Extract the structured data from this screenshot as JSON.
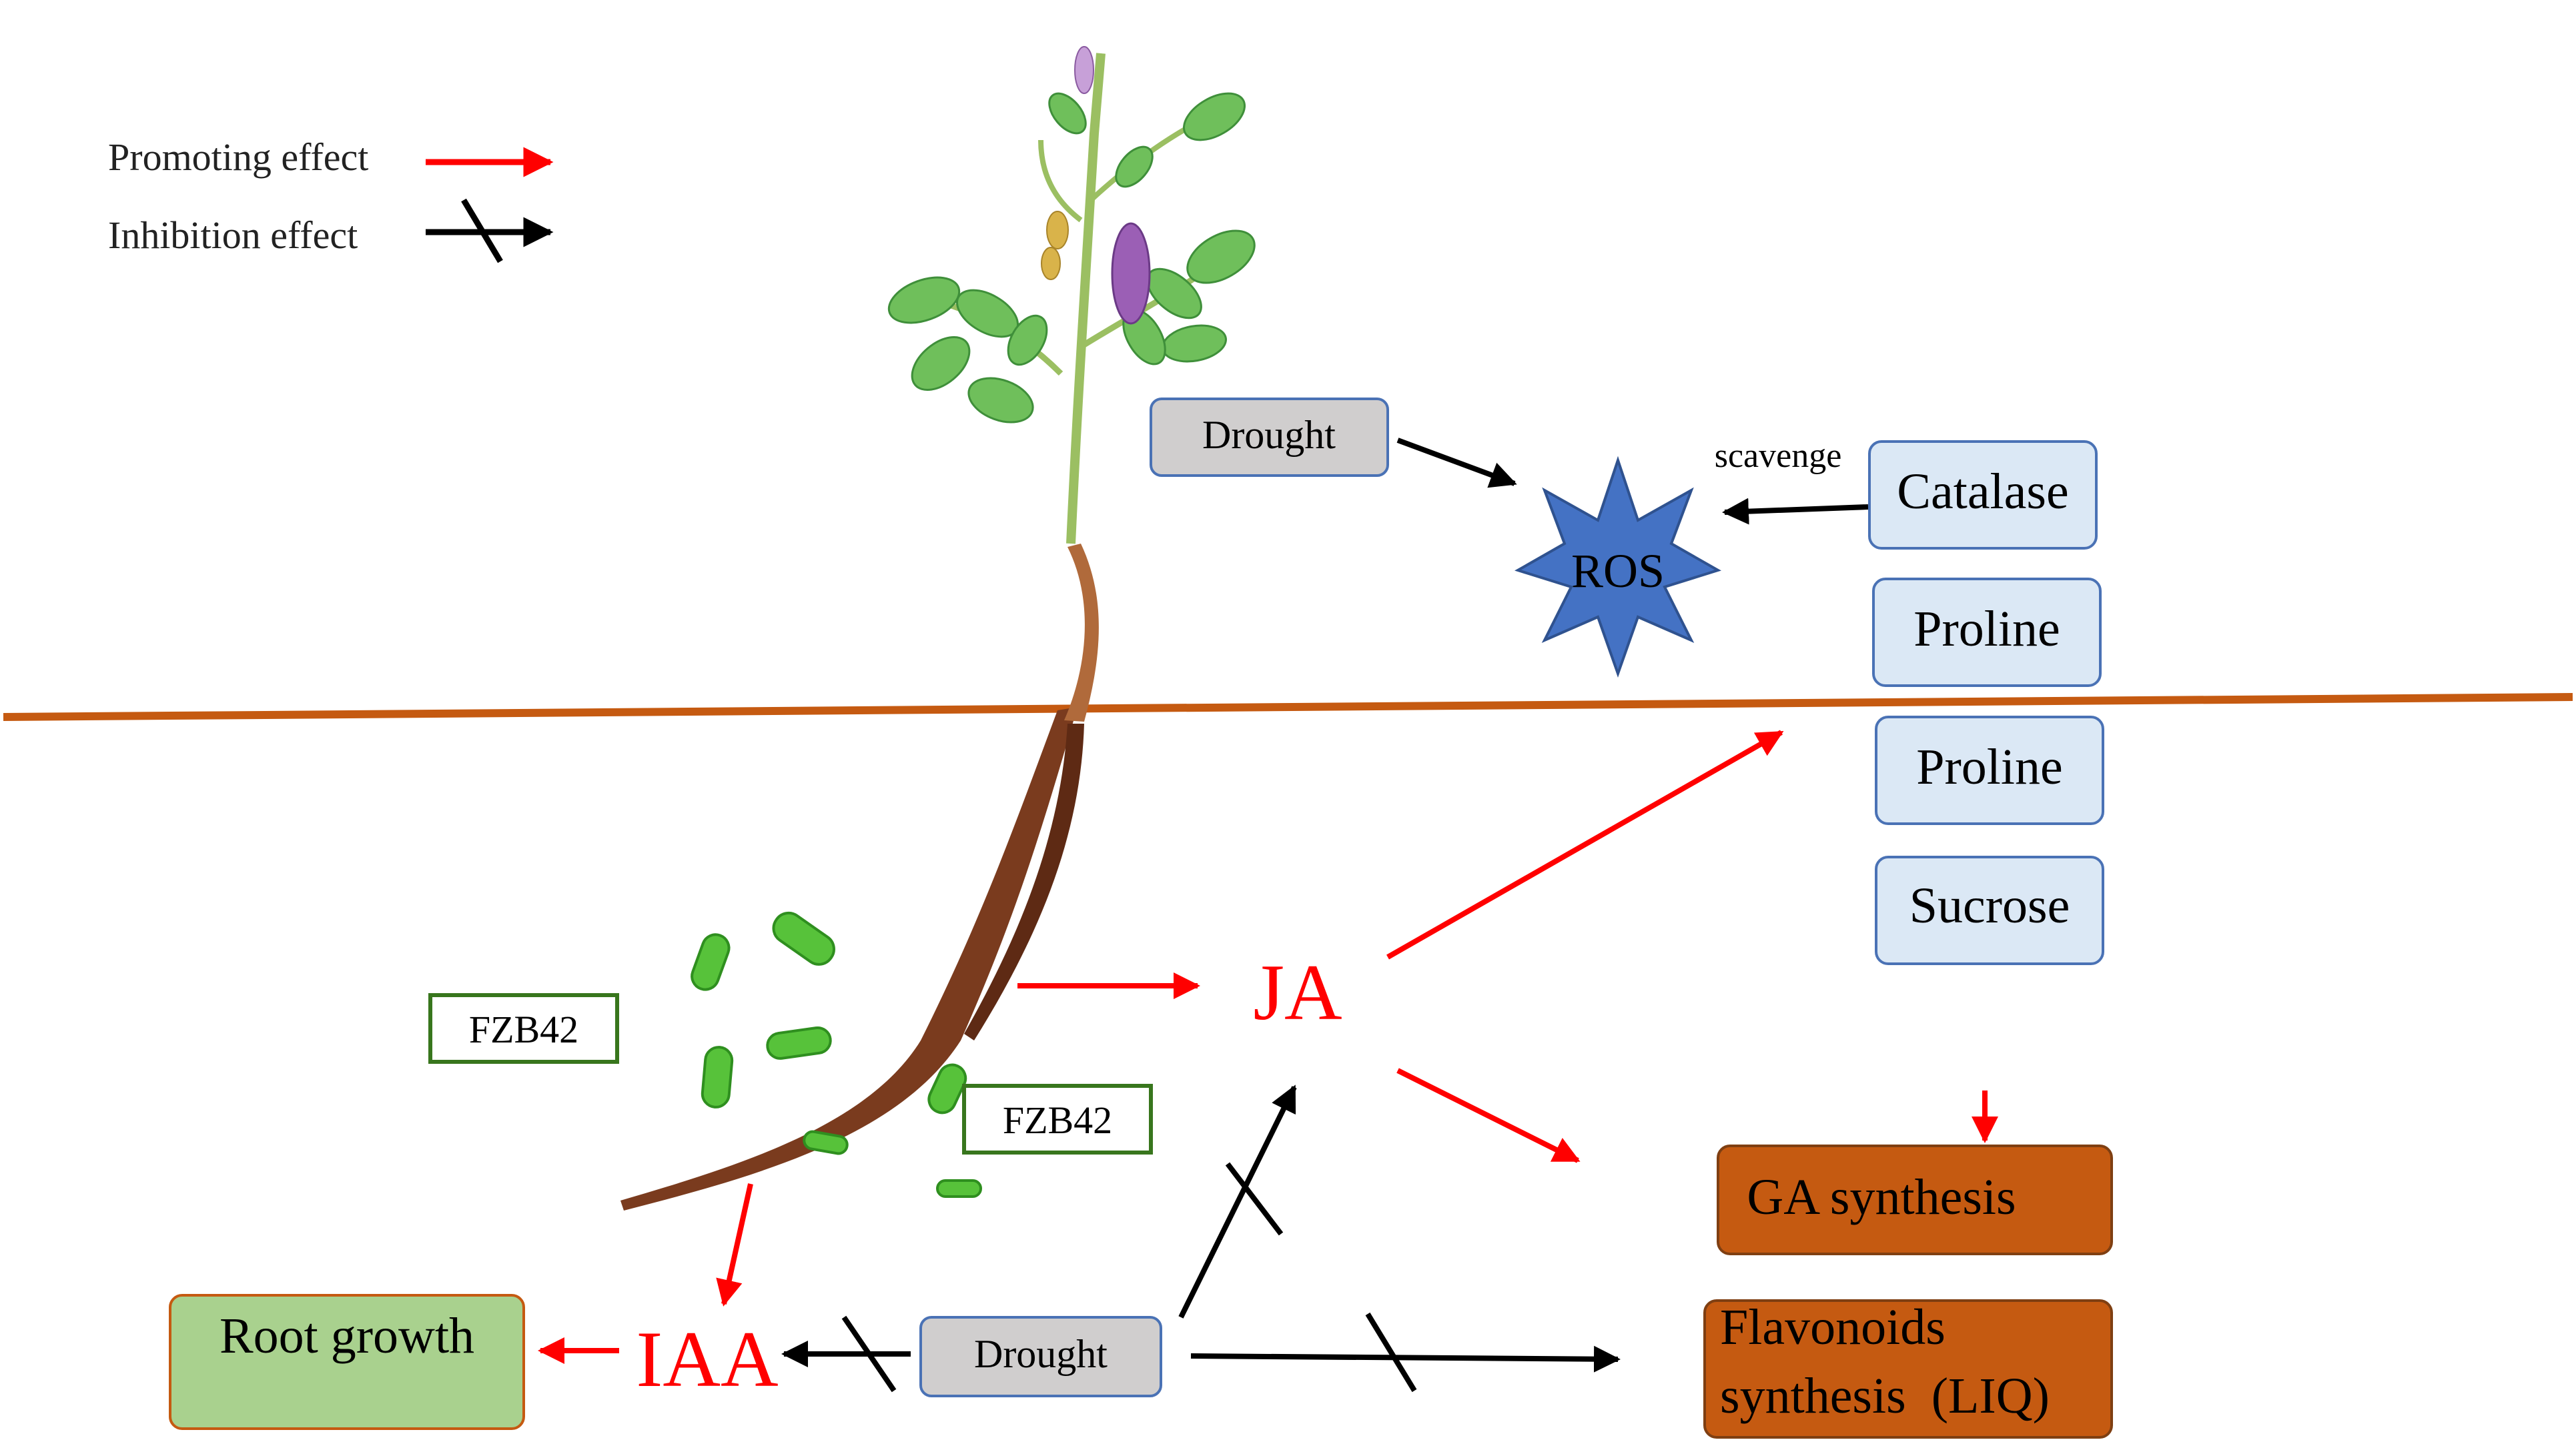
{
  "legend": {
    "promoting_label": "Promoting effect",
    "inhibition_label": "Inhibition effect"
  },
  "colors": {
    "promote_arrow": "#ff0000",
    "inhibit_arrow": "#000000",
    "ground_line": "#c55a11",
    "gray_box": "#d0cece",
    "gray_box_border": "#4a72b5",
    "blue_box": "#dbe8f5",
    "blue_box_border": "#4a72b5",
    "orange_box": "#c55a11",
    "orange_box_border": "#7f3f12",
    "green_box": "#a9d18e",
    "green_box_border": "#c55a11",
    "fzb_border": "#38761d",
    "ros_star": "#4472c4",
    "red_text": "#ff0000"
  },
  "nodes": {
    "drought_top": "Drought",
    "drought_bottom": "Drought",
    "ros": "ROS",
    "scavenge": "scavenge",
    "catalase": "Catalase",
    "proline_upper": "Proline",
    "proline_lower": "Proline",
    "sucrose": "Sucrose",
    "ja": "JA",
    "iaa": "IAA",
    "root_growth": "Root growth",
    "ga_synthesis": "GA synthesis",
    "flavonoids_line1": "Flavonoids",
    "flavonoids_line2": "synthesis  (LIQ)",
    "fzb42_left": "FZB42",
    "fzb42_right": "FZB42"
  }
}
